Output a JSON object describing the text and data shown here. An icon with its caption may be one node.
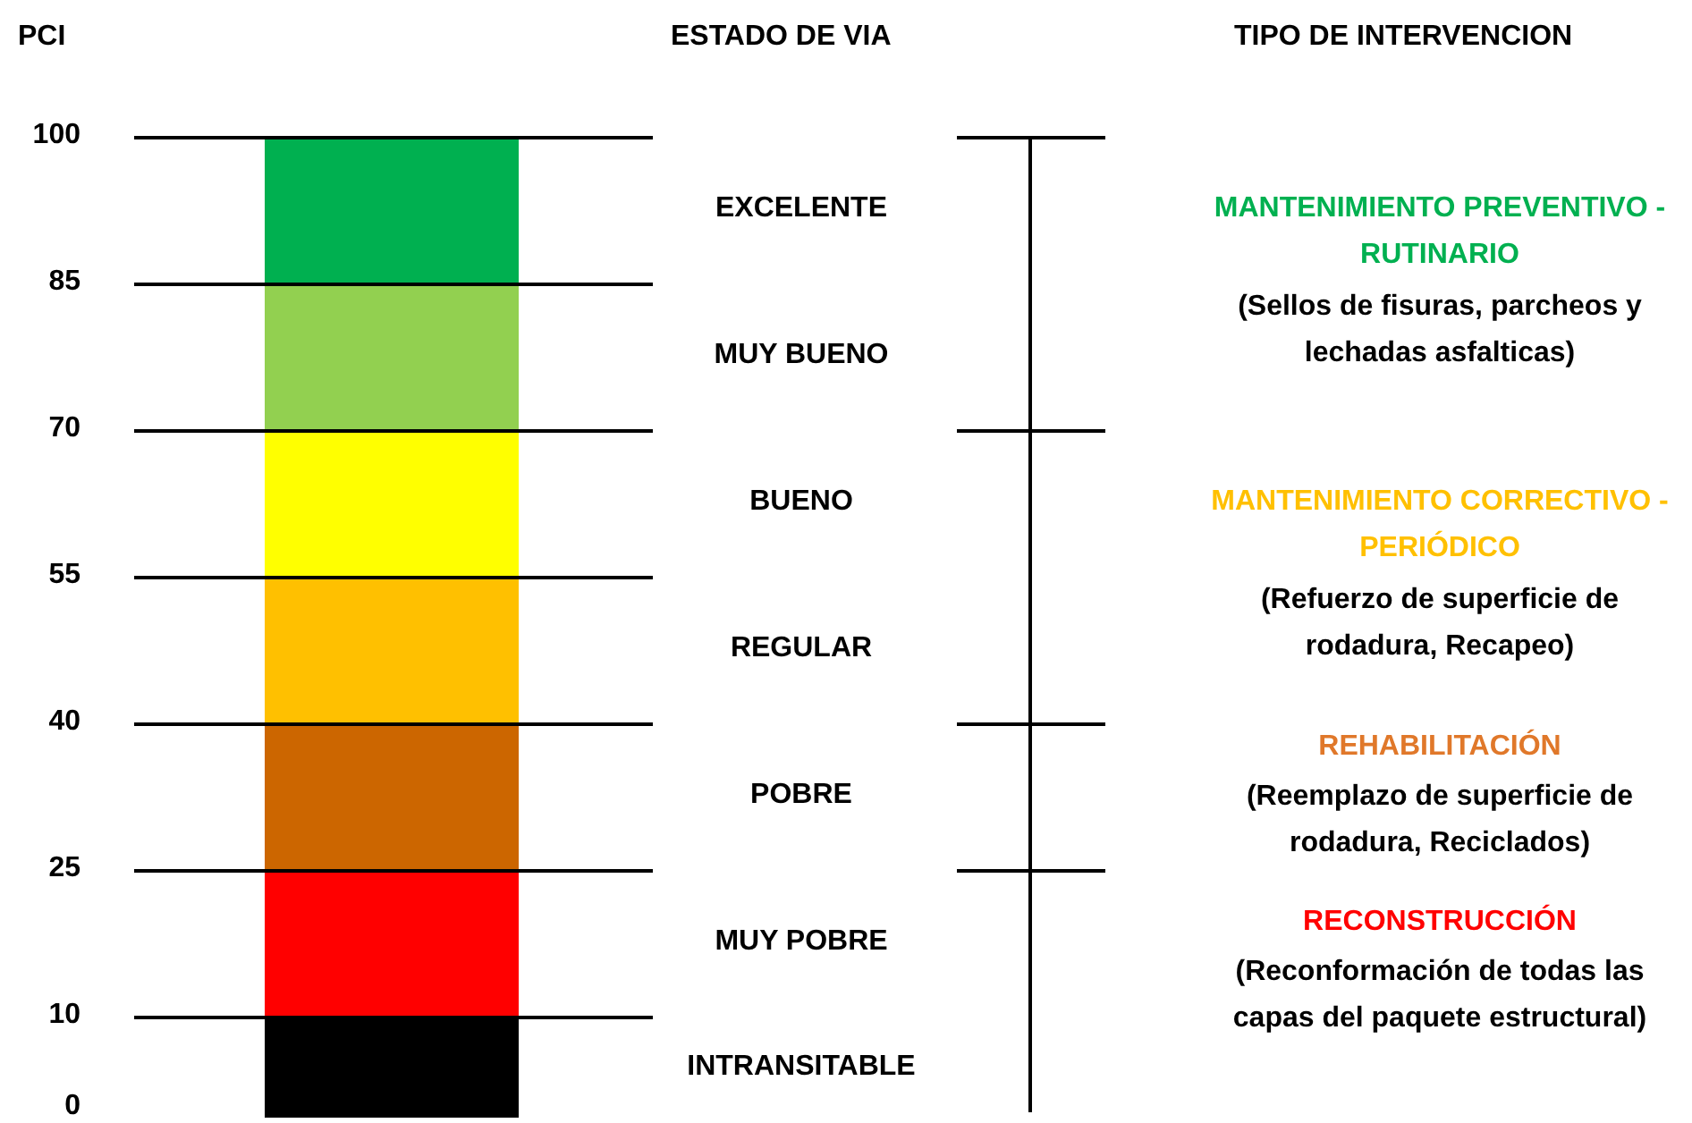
{
  "diagram": {
    "nodes": [
      {
        "text": [],
        "shape": "bar"
      },
      {
        "text": [],
        "shape": "bar"
      },
      {
        "text": [],
        "shape": "bar"
      },
      {
        "text": [],
        "shape": "bar"
      },
      {
        "text": [],
        "shape": "bar"
      },
      {
        "text": [],
        "shape": "bar"
      },
      {
        "text": [],
        "shape": "bar"
      }
    ],
    "labels": [
      "PCI",
      "ESTADO DE VIA",
      "TIPO DE INTERVENCION",
      "100",
      "85",
      "70",
      "55",
      "40",
      "25",
      "10",
      "0",
      "MANTENIMIENTO PREVENTIVO - RUTINARIO",
      "(Sellos de fisuras, parcheos y lechadas asfalticas)",
      "MANTENIMIENTO CORRECTIVO - PERIÓDICO",
      "(Refuerzo de superficie de rodadura, Recapeo)",
      "REHABILITACIÓN",
      "(Reemplazo de superficie de rodadura, Reciclados)",
      "RECONSTRUCCIÓN",
      "(Reconformación de todas las capas del paquete estructural)",
      "EXCELENTE",
      "MUY BUENO",
      "BUENO",
      "REGULAR",
      "POBRE",
      "MUY POBRE",
      "INTRANSITABLE"
    ]
  }
}
